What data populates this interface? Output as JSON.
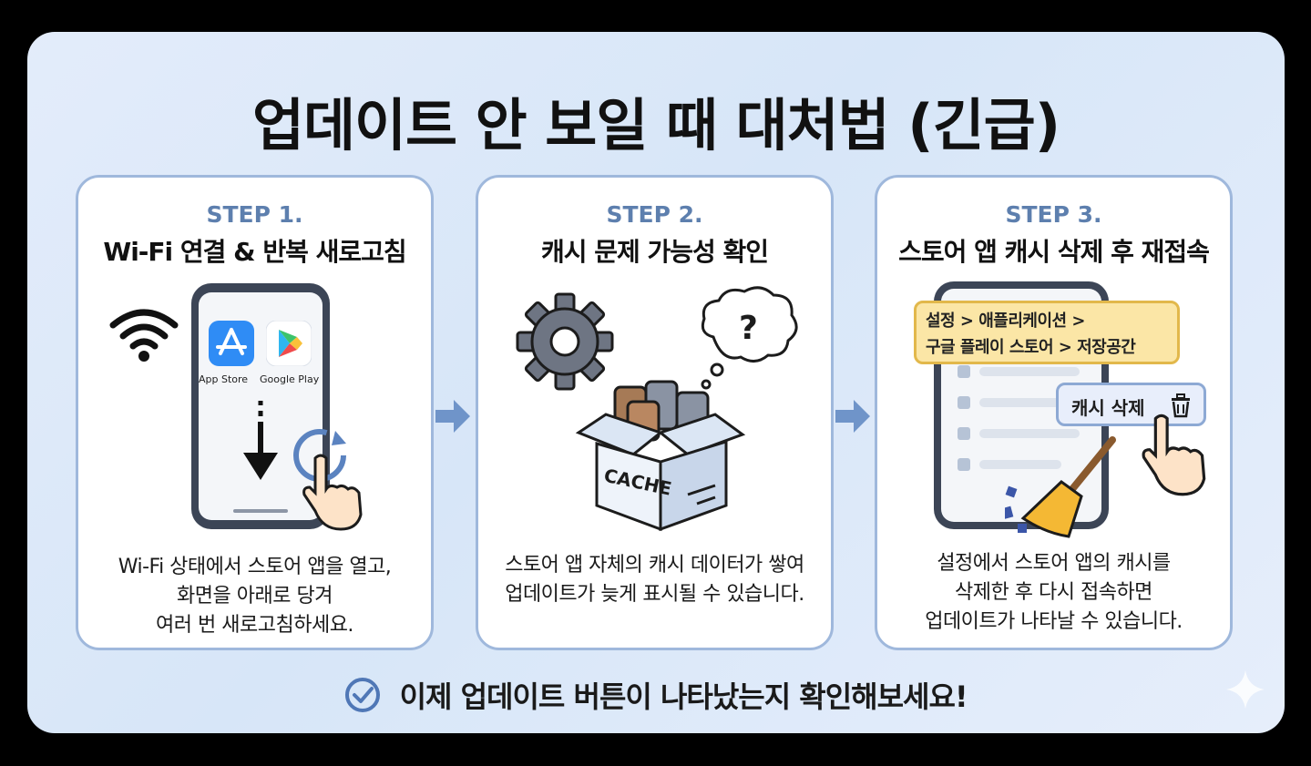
{
  "title": "업데이트 안 보일 때 대처법 (긴급)",
  "steps": [
    {
      "label": "STEP 1.",
      "title": "Wi-Fi 연결 & 반복 새로고침",
      "desc": [
        "Wi-Fi 상태에서 스토어 앱을 열고,",
        "화면을 아래로 당겨",
        "여러 번 새로고침하세요."
      ],
      "apps": [
        "App Store",
        "Google Play"
      ]
    },
    {
      "label": "STEP 2.",
      "title": "캐시 문제 가능성 확인",
      "desc": [
        "스토어 앱 자체의 캐시 데이터가 쌓여",
        "업데이트가 늦게 표시될 수 있습니다."
      ],
      "box_label": "CACHE"
    },
    {
      "label": "STEP 3.",
      "title": "스토어 앱 캐시 삭제 후 재접속",
      "desc": [
        "설정에서 스토어 앱의 캐시를",
        "삭제한 후 다시 접속하면",
        "업데이트가 나타날 수 있습니다."
      ],
      "path_lines": [
        "설정 > 애플리케이션 >",
        "구글 플레이 스토어 > 저장공간"
      ],
      "button_label": "캐시 삭제"
    }
  ],
  "footer": "이제 업데이트 버튼이 나타났는지 확인해보세요!",
  "colors": {
    "accent": "#5d7fae",
    "card_border": "#9fb8dc",
    "arrow": "#6f94c9",
    "note_bg": "#fbe6a6",
    "note_border": "#e2b84b"
  },
  "icons": [
    "wifi-icon",
    "app-store-icon",
    "google-play-icon",
    "down-arrow-icon",
    "refresh-icon",
    "pointing-hand-icon",
    "gear-icon",
    "thought-bubble-icon",
    "cache-box-icon",
    "trash-icon",
    "broom-icon",
    "check-circle-icon",
    "sparkle-icon"
  ]
}
